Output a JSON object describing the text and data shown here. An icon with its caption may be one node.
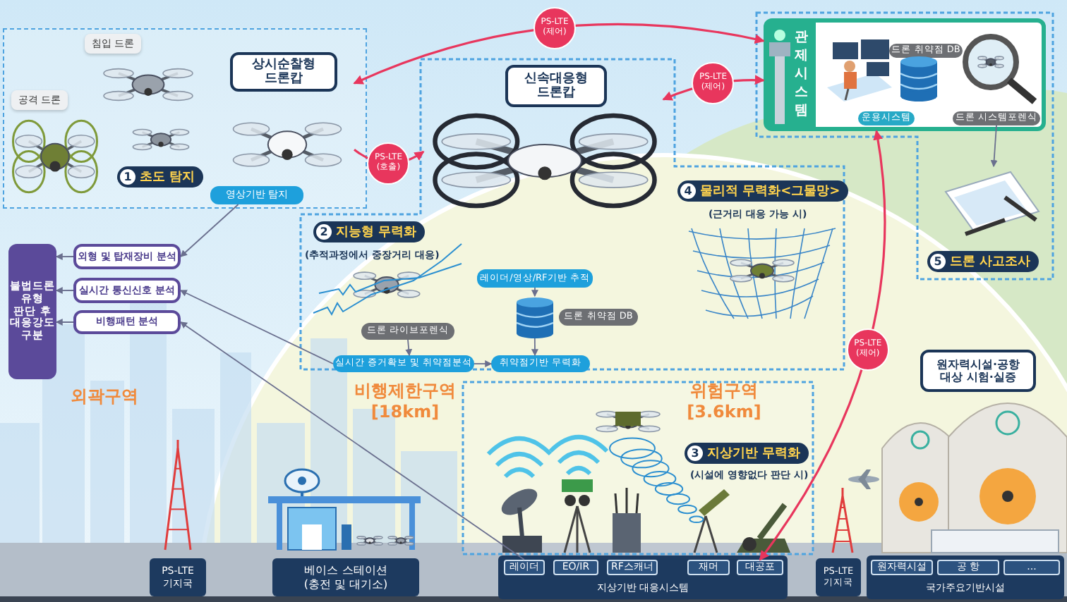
{
  "diagram": {
    "nodes": [
      {
        "text": [
          "1",
          "초도 탐지"
        ]
      },
      {
        "text": [
          "상시순찰형 드론캅"
        ],
        "in": 0
      },
      {
        "text": [
          "영상기반 탐지"
        ],
        "in": 0
      },
      {
        "text": [
          "불법드론 유형 판단 후 대응강도 구분"
        ]
      },
      {
        "text": [
          "외형 및 탑재장비 분석"
        ]
      },
      {
        "text": [
          "실시간 통신신호 분석"
        ]
      },
      {
        "text": [
          "비행패턴 분석"
        ]
      },
      {
        "text": [
          "신속대응형 드론캅"
        ]
      },
      {
        "text": [
          "2",
          "지능형 무력화",
          "(추적과정에서 중장거리 대응)"
        ]
      },
      {
        "text": [
          "드론 라이브포렌식"
        ]
      },
      {
        "text": [
          "실시간 증거확보 및 취약점분석"
        ]
      },
      {
        "text": [
          "레이더/영상/RF기반 추적"
        ]
      },
      {
        "text": [
          "드론 취약점 DB"
        ]
      },
      {
        "text": [
          "취약점기반 무력화"
        ]
      },
      {
        "text": [
          "4",
          "물리적 무력화<그물망>",
          "(근거리 대응 가능 시)"
        ]
      },
      {
        "text": [
          "관제시스템"
        ]
      },
      {
        "text": [
          "드론 취약점 DB"
        ],
        "in": 15
      },
      {
        "text": [
          "운용시스템"
        ],
        "in": 15
      },
      {
        "text": [
          "드론 시스템포렌식"
        ],
        "in": 15
      },
      {
        "text": [
          "5",
          "드론 사고조사"
        ]
      },
      {
        "text": [
          "3",
          "지상기반 무력화",
          "(시설에 영향없다 판단 시)"
        ]
      },
      {
        "text": [
          "지상기반 대응시스템"
        ]
      },
      {
        "text": [
          "레이더"
        ],
        "in": 21
      },
      {
        "text": [
          "EO/IR"
        ],
        "in": 21
      },
      {
        "text": [
          "RF스캐너"
        ],
        "in": 21
      },
      {
        "text": [
          "재머"
        ],
        "in": 21
      },
      {
        "text": [
          "대공포"
        ],
        "in": 21
      },
      {
        "text": [
          "PS-LTE 기지국"
        ]
      },
      {
        "text": [
          "베이스 스테이션 (충전 및 대기소)"
        ]
      },
      {
        "text": [
          "PS-LTE 기지국"
        ]
      },
      {
        "text": [
          "국가주요기반시설"
        ]
      },
      {
        "text": [
          "원자력시설"
        ],
        "in": 30
      },
      {
        "text": [
          "공 항"
        ],
        "in": 30
      },
      {
        "text": [
          "..."
        ],
        "in": 30
      },
      {
        "text": [
          "원자력시설·공항 대상 시험·실증"
        ]
      }
    ],
    "edges": [
      {
        "from": 1,
        "to": 15,
        "arrow": "both",
        "label": "PS-LTE (제어)",
        "color": "#e8365d"
      },
      {
        "from": 1,
        "to": 7,
        "arrow": "to",
        "label": "PS-LTE (호출)",
        "color": "#e8365d"
      },
      {
        "from": 7,
        "to": 15,
        "arrow": "both",
        "label": "PS-LTE (제어)",
        "color": "#e8365d"
      },
      {
        "from": 26,
        "to": 15,
        "arrow": "both",
        "label": "PS-LTE (제어)",
        "color": "#e8365d"
      },
      {
        "from": 18,
        "to": 19,
        "arrow": "to"
      },
      {
        "from": 2,
        "to": 4,
        "arrow": "to"
      },
      {
        "from": 10,
        "to": 5,
        "arrow": "to"
      },
      {
        "from": 22,
        "to": 6,
        "arrow": "to"
      },
      {
        "from": 4,
        "to": 3,
        "arrow": "to"
      },
      {
        "from": 5,
        "to": 3,
        "arrow": "to"
      },
      {
        "from": 6,
        "to": 3,
        "arrow": "to"
      },
      {
        "from": 9,
        "to": 10,
        "arrow": "to"
      },
      {
        "from": 10,
        "to": 13,
        "arrow": "to"
      },
      {
        "from": 11,
        "to": 12,
        "arrow": "to"
      },
      {
        "from": 12,
        "to": 13,
        "arrow": "to"
      }
    ],
    "labels": [
      "침입 드론",
      "공격 드론",
      "외곽구역",
      "비행제한구역 [18km]",
      "위험구역 [3.6km]"
    ]
  }
}
